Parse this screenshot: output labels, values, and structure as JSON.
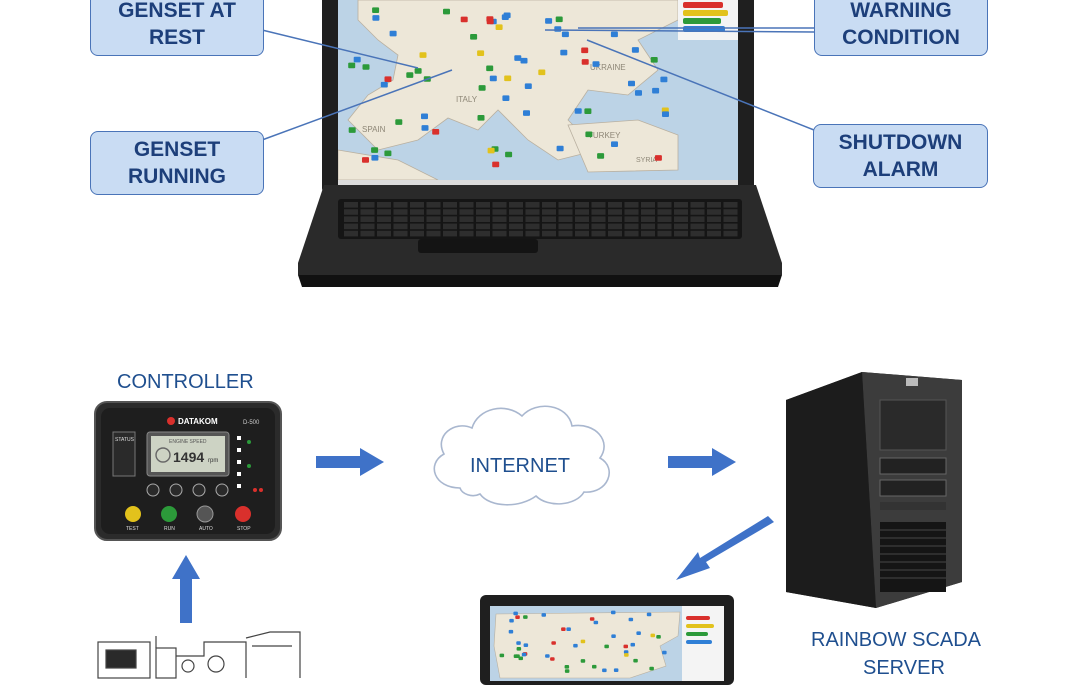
{
  "callouts": {
    "genset_at_rest": [
      "GENSET AT",
      "REST"
    ],
    "warning_condition": [
      "WARNING",
      "CONDITION"
    ],
    "genset_running": [
      "GENSET",
      "RUNNING"
    ],
    "shutdown_alarm": [
      "SHUTDOWN",
      "ALARM"
    ]
  },
  "map_labels": {
    "spain": "SPAIN",
    "italy": "ITALY",
    "ukraine": "UKRAINE",
    "turkey": "TURKEY",
    "syria": "SYRIA"
  },
  "flow": {
    "controller_label": "CONTROLLER",
    "internet_label": "INTERNET",
    "server_label_line1": "RAINBOW SCADA",
    "server_label_line2": "SERVER"
  },
  "controller": {
    "brand": "DATAKOM",
    "model": "D-500",
    "status_label": "STATUS",
    "lcd_caption": "ENGINE SPEED",
    "lcd_value": "1494",
    "lcd_unit": "rpm",
    "buttons": [
      "TEST",
      "RUN",
      "AUTO",
      "STOP"
    ]
  },
  "colors": {
    "rest": "#2f7fd6",
    "running": "#2c9a3a",
    "warning": "#e2c21c",
    "shutdown": "#d9302c",
    "arrow": "#3f72c8",
    "callout_fill": "#c9dcf3",
    "callout_border": "#4a74b8"
  }
}
